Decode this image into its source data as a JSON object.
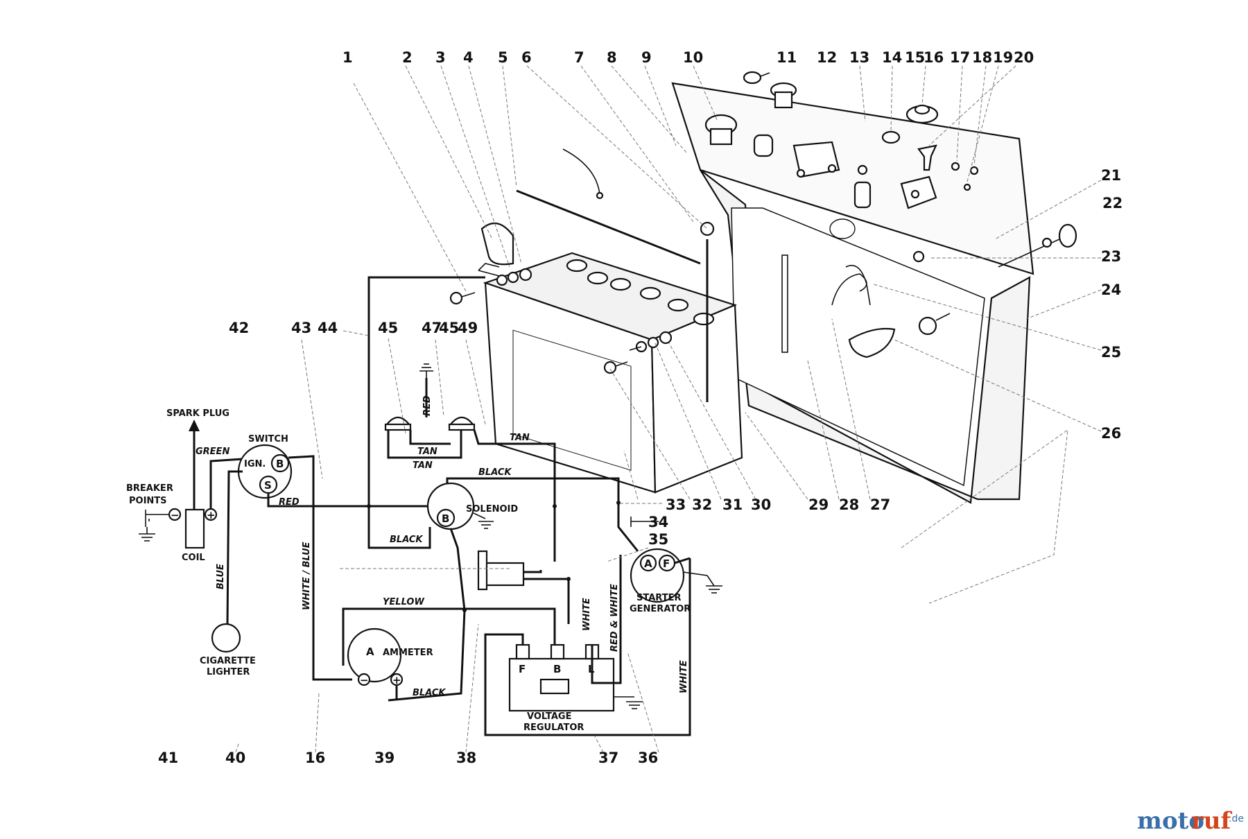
{
  "callouts_top": [
    "1",
    "2",
    "3",
    "4",
    "5",
    "6",
    "7",
    "8",
    "9",
    "10",
    "11",
    "12",
    "13",
    "14",
    "15",
    "16",
    "17",
    "18",
    "19",
    "20"
  ],
  "callouts_right": [
    "21",
    "22",
    "23",
    "24",
    "25",
    "26"
  ],
  "callouts_mid_bottom": [
    "33",
    "32",
    "31",
    "30",
    "29",
    "28",
    "27"
  ],
  "callouts_mid_left": [
    "42",
    "43",
    "44",
    "45",
    "47",
    "45",
    "49"
  ],
  "callouts_bottom": [
    "41",
    "40",
    "16",
    "39",
    "38",
    "37",
    "36"
  ],
  "callout_34": "34",
  "callout_35": "35",
  "wire_labels": {
    "green": "GREEN",
    "red_switch": "RED",
    "red_lamp": "RED",
    "tan_1": "TAN",
    "tan_2": "TAN",
    "tan_3": "TAN",
    "black_top": "BLACK",
    "black_bottom": "BLACK",
    "black_ammeter": "BLACK",
    "blue": "BLUE",
    "white_blue": "WHITE / BLUE",
    "yellow": "YELLOW",
    "white_reg": "WHITE",
    "red_white": "RED & WHITE",
    "white_right": "WHITE"
  },
  "components": {
    "spark_plug": "SPARK PLUG",
    "switch": "SWITCH",
    "ign": "IGN.",
    "breaker_1": "BREAKER",
    "breaker_2": "POINTS",
    "coil": "COIL",
    "solenoid": "SOLENOID",
    "ammeter": "AMMETER",
    "cigarette_1": "CIGARETTE",
    "cigarette_2": "LIGHTER",
    "starter_1": "STARTER",
    "starter_2": "GENERATOR",
    "regulator_1": "VOLTAGE",
    "regulator_2": "REGULATOR"
  },
  "terminals": {
    "switch_b": "B",
    "switch_s": "S",
    "solenoid_b": "B",
    "ammeter_a": "A",
    "starter_a": "A",
    "starter_f": "F",
    "reg_f": "F",
    "reg_b": "B",
    "reg_l": "L",
    "minus": "−",
    "plus": "+"
  },
  "watermark": {
    "part1": "moto",
    "part2": "ruf",
    "suffix": ".de",
    "color_primary": "#3a6fa8",
    "color_accent": "#d2451e"
  }
}
